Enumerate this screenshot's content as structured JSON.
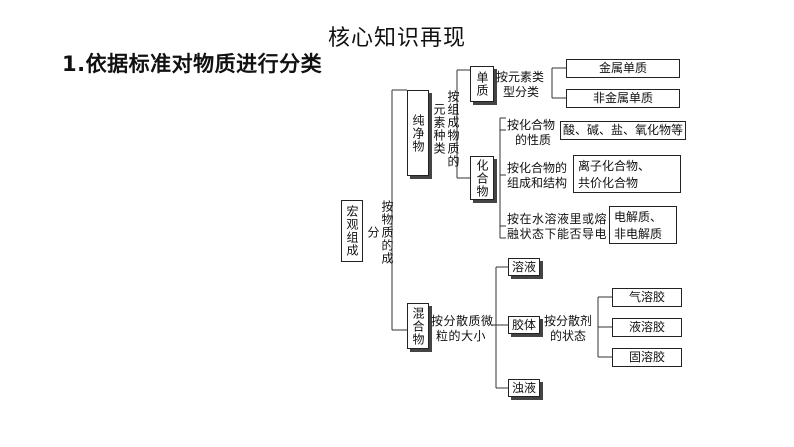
{
  "page": {
    "title": "核心知识再现",
    "heading": "1.依据标准对物质进行分类"
  },
  "tree": {
    "root": "宏观组成",
    "root_criterion": "按物质的成分",
    "pure": {
      "label": "纯净物",
      "criterion": "按组成物质的元素种类",
      "elemental": {
        "label": "单质",
        "criterion_line1": "按元素类",
        "criterion_line2": "型分类",
        "metal": "金属单质",
        "nonmetal": "非金属单质"
      },
      "compound": {
        "label": "化合物",
        "by_property_line1": "按化合物",
        "by_property_line2": "的性质",
        "property_types": "酸、碱、盐、氧化物等",
        "by_structure_line1": "按化合物的",
        "by_structure_line2": "组成和结构",
        "ionic": "离子化合物、",
        "covalent": "共价化合物",
        "by_conductivity_line1": "按在水溶液里或熔",
        "by_conductivity_line2": "融状态下能否导电",
        "electrolyte": "电解质、",
        "nonelectrolyte": "非电解质"
      }
    },
    "mixture": {
      "label": "混合物",
      "criterion_line1": "按分散质微",
      "criterion_line2": "粒的大小",
      "solution": "溶液",
      "colloid": "胶体",
      "colloid_criterion_line1": "按分散剂",
      "colloid_criterion_line2": "的状态",
      "aerosol": "气溶胶",
      "liquid_sol": "液溶胶",
      "solid_sol": "固溶胶",
      "suspension": "浊液"
    }
  }
}
